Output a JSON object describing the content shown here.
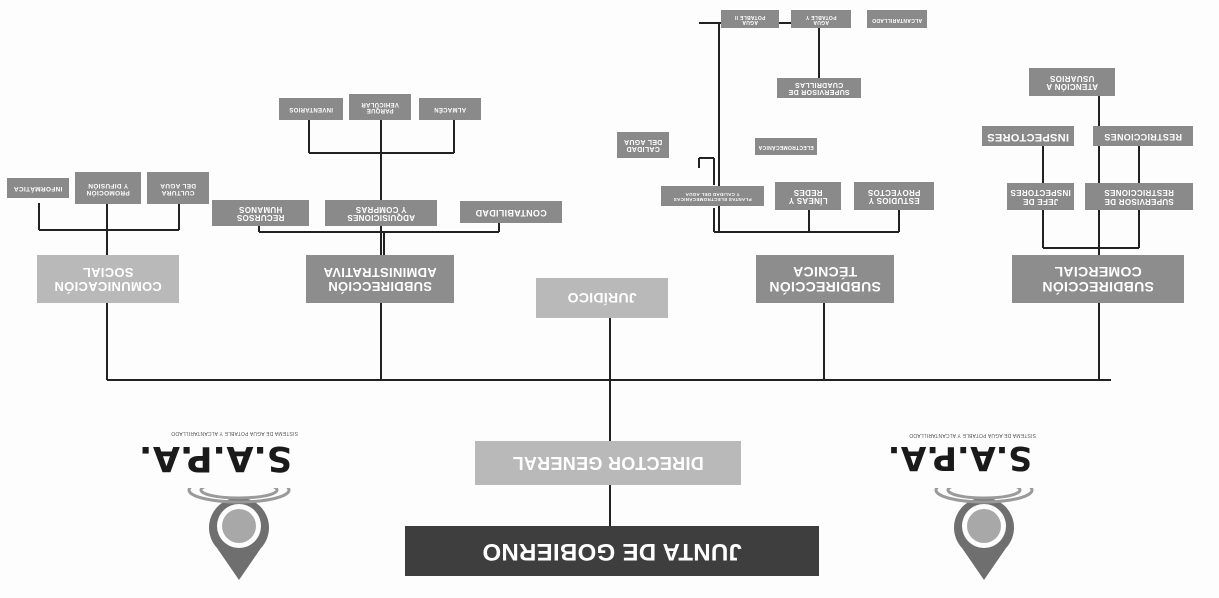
{
  "org_chart": {
    "top": "JUNTA DE GOBIERNO",
    "director": "DIRECTOR GENERAL",
    "branches": {
      "comercial": {
        "title": "SUBDIRECCIÓN\nCOMERCIAL",
        "supervisor_restricciones": "SUPERVISOR DE\nRESTRICCIONES",
        "restricciones": "RESTRICCIONES",
        "jefe_inspectores": "JEFE DE\nINSPECTORES",
        "inspectores": "INSPECTORES",
        "atencion_usuarios": "ATENCIÓN A\nUSUARIOS"
      },
      "tecnica": {
        "title": "SUBDIRECCIÓN\nTÉCNICA",
        "estudios_proyectos": "ESTUDIOS Y\nPROYECTOS",
        "lineas_redes": "LÍNEAS Y\nREDES",
        "supervisor_cuadrillas": "SUPERVISOR DE\nCUADRILLAS",
        "alcantarillado": "ALCANTARILLADO",
        "agua_potable": "AGUA\nPOTABLE Y",
        "agua_potable_2": "AGUA\nPOTABLE II",
        "electromecanica": "ELECTROMECÁNICA",
        "calidad_agua": "CALIDAD\nDEL AGUA",
        "plantas_tratamiento": "PLANTAS ELECTROMECÁNICAS\nY CALIDAD DEL AGUA"
      },
      "juridico": {
        "title": "JURÍDICO"
      },
      "administrativa": {
        "title": "SUBDIRECCIÓN\nADMINISTRATIVA",
        "contabilidad": "CONTABILIDAD",
        "adquisiciones": "ADQUISICIONES\nY COMPRAS",
        "recursos_humanos": "RECURSOS\nHUMANOS",
        "almacen": "ALMACÉN",
        "parque_vehicular": "PARQUE\nVEHICULAR",
        "inventarios": "INVENTARIOS"
      },
      "comunicacion": {
        "title": "COMUNICACIÓN\nSOCIAL",
        "cultura_agua": "CULTURA\nDEL AGUA",
        "promocion_difusion": "PROMOCIÓN\nY DIFUSIÓN",
        "informatica": "INFORMÁTICA"
      }
    }
  },
  "logos": [
    {
      "title": "S.A.P.A.",
      "subtitle": "SISTEMA DE AGUA POTABLE Y ALCANTARILLADO"
    },
    {
      "title": "S.A.P.A.",
      "subtitle": "SISTEMA DE AGUA POTABLE Y ALCANTARILLADO"
    }
  ],
  "colors": {
    "dark_box": "#3e3e3e",
    "mid_box": "#8d8d8d",
    "light_box": "#b9b9b9",
    "line": "#222222",
    "logo_gray": "#6f6f6f"
  }
}
